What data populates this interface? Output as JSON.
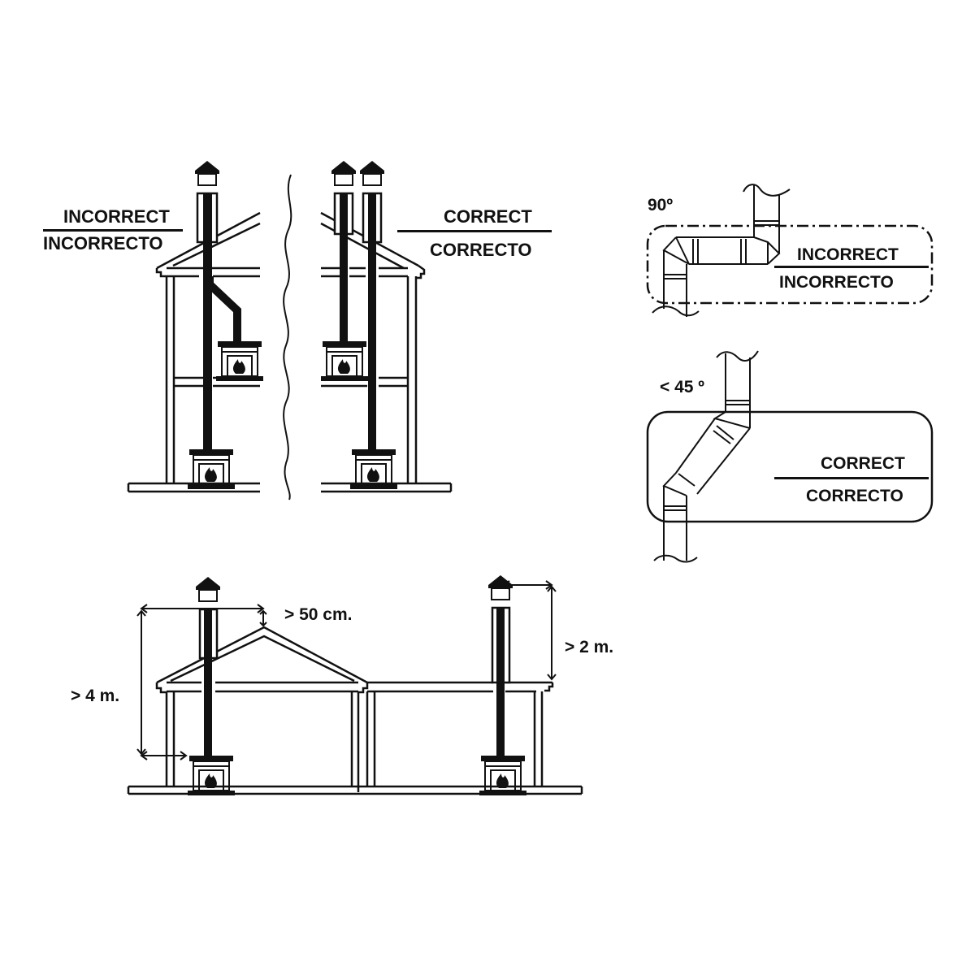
{
  "panels": {
    "stove_incorrect": {
      "label_en": "INCORRECT",
      "label_es": "INCORRECTO"
    },
    "stove_correct": {
      "label_en": "CORRECT",
      "label_es": "CORRECTO"
    },
    "elbow_90": {
      "angle": "90º",
      "label_en": "INCORRECT",
      "label_es": "INCORRECTO"
    },
    "elbow_45": {
      "angle": "< 45 º",
      "label_en": "CORRECT",
      "label_es": "CORRECTO"
    },
    "height_rules": {
      "ridge_clearance": "> 50 cm.",
      "total_height": "> 4 m.",
      "roof_clearance": "> 2 m."
    }
  },
  "colors": {
    "ink": "#111111",
    "background": "#ffffff"
  }
}
